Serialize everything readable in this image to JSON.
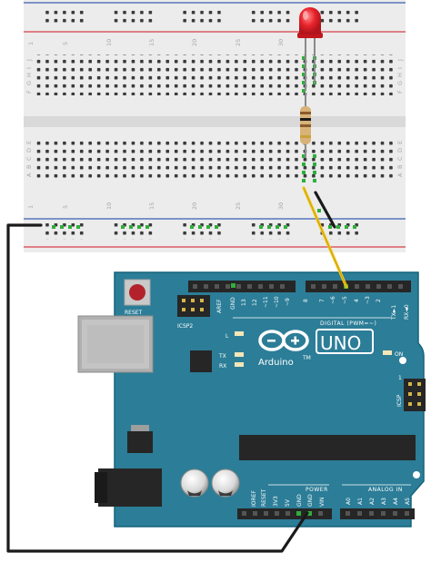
{
  "breadboard": {
    "columns_top": [
      "1",
      "5",
      "10",
      "15",
      "20",
      "25",
      "30"
    ],
    "columns_bottom": [
      "1",
      "5",
      "10",
      "15",
      "20",
      "25",
      "30"
    ],
    "rows_upper": [
      "J",
      "I",
      "H",
      "G",
      "F"
    ],
    "rows_lower": [
      "E",
      "D",
      "C",
      "B",
      "A"
    ]
  },
  "board": {
    "reset_label": "RESET",
    "icsp2_label": "ICSP2",
    "icsp_label": "ICSP",
    "icsp_pin1": "1",
    "led_l": "L",
    "led_tx": "TX",
    "led_rx": "RX",
    "on_label": "ON",
    "uno_label": "UNO",
    "arduino_label": "Arduino",
    "tm": "TM",
    "digital_header": [
      "AREF",
      "GND",
      "13",
      "12",
      "~11",
      "~10",
      "~9",
      "8",
      "7",
      "~6",
      "~5",
      "4",
      "~3",
      "2",
      "TX►1",
      "RX◄0"
    ],
    "digital_label": "DIGITAL (PWM=~)",
    "power_header": [
      "IOREF",
      "RESET",
      "3V3",
      "5V",
      "GND",
      "GND",
      "VIN"
    ],
    "power_label": "POWER",
    "analog_header": [
      "A0",
      "A1",
      "A2",
      "A3",
      "A4",
      "A5"
    ],
    "analog_label": "ANALOG IN"
  },
  "colors": {
    "board": "#2c7d97",
    "board_edge": "#15637c",
    "breadboard": "#ececec",
    "rail_red": "#d6404a",
    "rail_blue": "#3a5db4",
    "wire_black": "#1a1a1a",
    "wire_yellow": "#f0c419",
    "led": "#e8242c",
    "hole_active": "#2fae3a"
  }
}
